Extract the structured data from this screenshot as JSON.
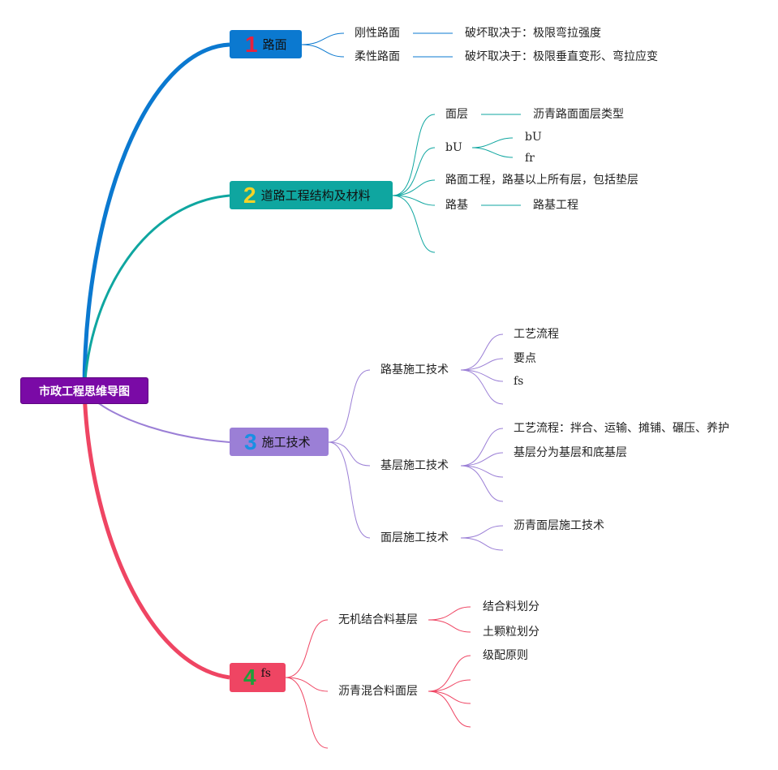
{
  "root": {
    "label": "市政工程思维导图"
  },
  "branch1": {
    "number": "1",
    "label": "路面",
    "number_color": "#e8213d",
    "items": [
      {
        "label": "刚性路面",
        "detail": "破坏取决于：极限弯拉强度"
      },
      {
        "label": "柔性路面",
        "detail": "破坏取决于：极限垂直变形、弯拉应变"
      }
    ]
  },
  "branch2": {
    "number": "2",
    "label": "道路工程结构及材料",
    "number_color": "#f5d327",
    "items": [
      {
        "label": "面层",
        "detail": "沥青路面面层类型"
      },
      {
        "label": "bU",
        "children": [
          "bU",
          "fr"
        ]
      },
      {
        "label": "路面工程，路基以上所有层，包括垫层"
      },
      {
        "label": "路基",
        "detail": "路基工程"
      }
    ]
  },
  "branch3": {
    "number": "3",
    "label": "施工技术",
    "number_color": "#1a8fe3",
    "items": [
      {
        "label": "路基施工技术",
        "children": [
          "工艺流程",
          "要点",
          "fs"
        ]
      },
      {
        "label": "基层施工技术",
        "children": [
          "工艺流程：拌合、运输、摊铺、碾压、养护",
          "基层分为基层和底基层"
        ]
      },
      {
        "label": "面层施工技术",
        "children": [
          "沥青面层施工技术"
        ]
      }
    ]
  },
  "branch4": {
    "number": "4",
    "label": "fs",
    "number_color": "#1f9e3a",
    "items": [
      {
        "label": "无机结合料基层",
        "children": [
          "结合料划分",
          "土颗粒划分"
        ]
      },
      {
        "label": "沥青混合料面层",
        "children": [
          "级配原则"
        ]
      }
    ]
  },
  "colors": {
    "root": "#7a0aa6",
    "branch1": "#0b79d0",
    "branch2": "#0fa6a0",
    "branch3": "#9b7fd6",
    "branch4": "#ef4563"
  }
}
